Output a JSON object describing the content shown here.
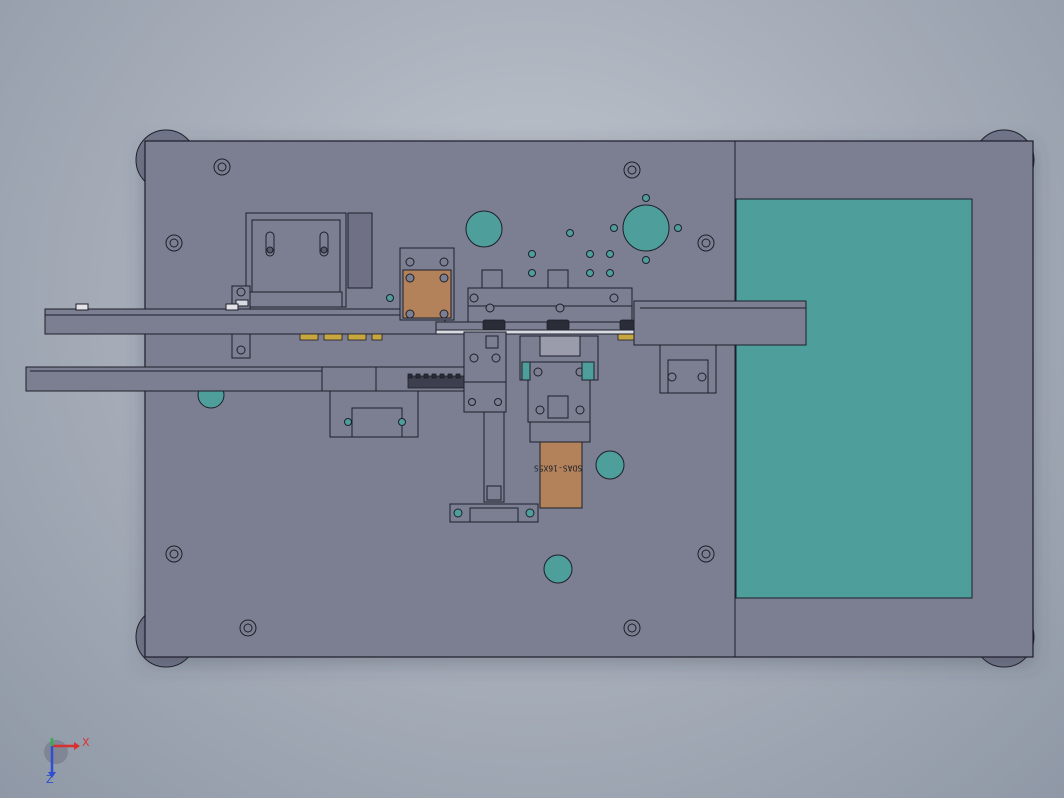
{
  "viewport": {
    "background_top": "#c3c8d0",
    "background_bottom": "#8f98a6"
  },
  "model": {
    "plate_color": "#7c7f91",
    "edge_color": "#1d1f2a",
    "teal_color": "#4e9f9c",
    "bronze_color": "#b4825a",
    "yellow_color": "#c8a640",
    "part_label": "SDAS-16X5S"
  },
  "triad": {
    "x_label": "X",
    "z_label": "Z",
    "x_color": "#d8312f",
    "y_color": "#2bb34a",
    "z_color": "#2d4fd0"
  }
}
